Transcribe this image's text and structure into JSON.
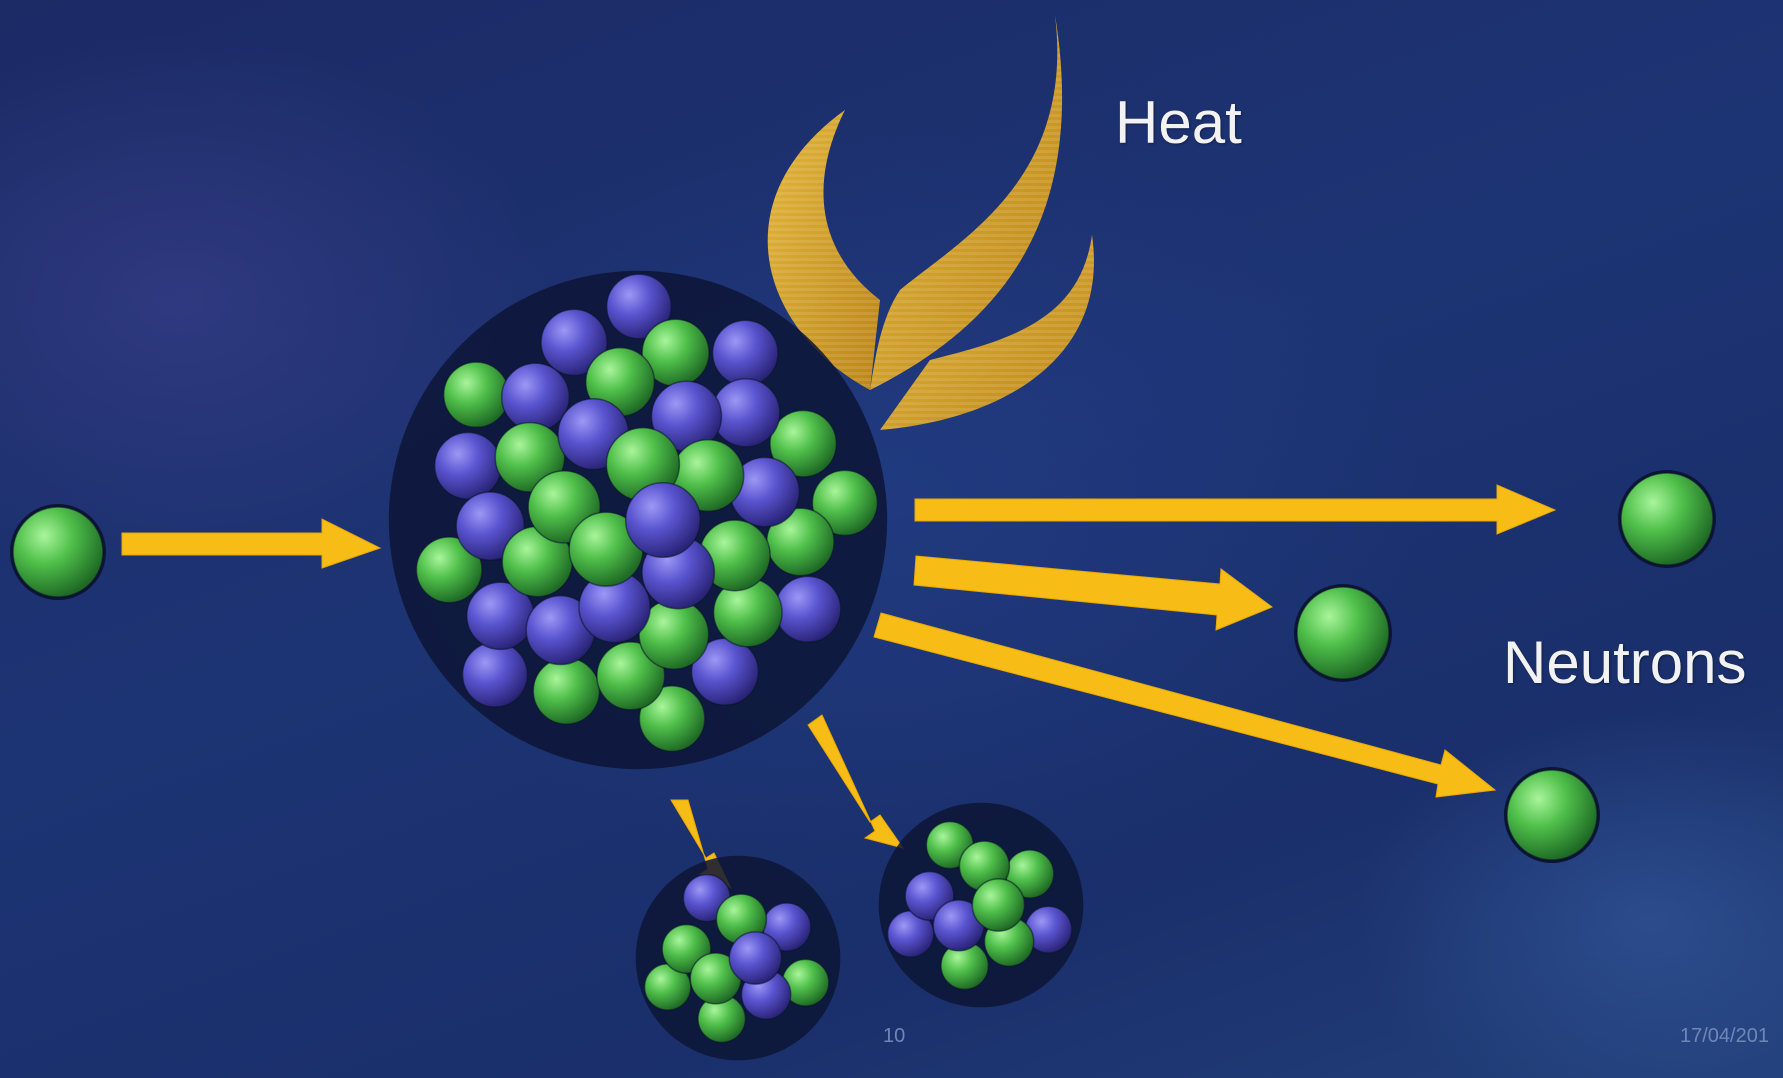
{
  "labels": {
    "heat": "Heat",
    "neutrons": "Neutrons"
  },
  "footer": {
    "slide_number": "10",
    "date": "17/04/201"
  },
  "colors": {
    "background": "#1d3474",
    "arrow": "#f7bd16",
    "flame": "#e0a41a",
    "neutron": "#4fbf4a",
    "proton": "#5a54d0",
    "label_text": "#f2f2f2",
    "footer_text": "#6f86b8"
  }
}
